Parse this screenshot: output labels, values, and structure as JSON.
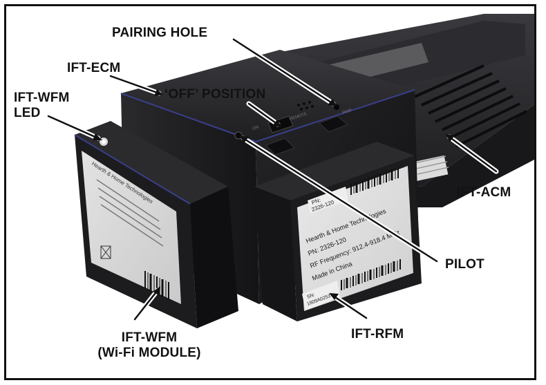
{
  "callouts": {
    "pairing_hole": "PAIRING HOLE",
    "ift_ecm": "IFT-ECM",
    "off_position": "‘OFF’ POSITION",
    "ift_wfm_led_line1": "IFT-WFM",
    "ift_wfm_led_line2": "LED",
    "ift_acm": "IFT-ACM",
    "pilot": "PILOT",
    "ift_rfm": "IFT-RFM",
    "ift_wfm_line1": "IFT-WFM",
    "ift_wfm_line2": "(Wi-Fi MODULE)"
  },
  "rfm_label": {
    "pn_tag": "PN:",
    "pn_tag_value": "2326-120",
    "brand": "Hearth & Home Technologies",
    "pn": "PN: 2326-120",
    "rf": "RF Frequency: 912.4-918.4 MHz",
    "made": "Made in China",
    "sn_tag": "SN:",
    "sn_value": "1809A02533"
  },
  "wfm_label": {
    "brand": "Hearth & Home Technologies"
  },
  "colors": {
    "module_dark": "#1c1c1e",
    "module_mid": "#2b2b2e",
    "module_edge": "#0d0d0f",
    "label_white": "#f2f2f2",
    "accent_blue": "#3a3f8c"
  }
}
